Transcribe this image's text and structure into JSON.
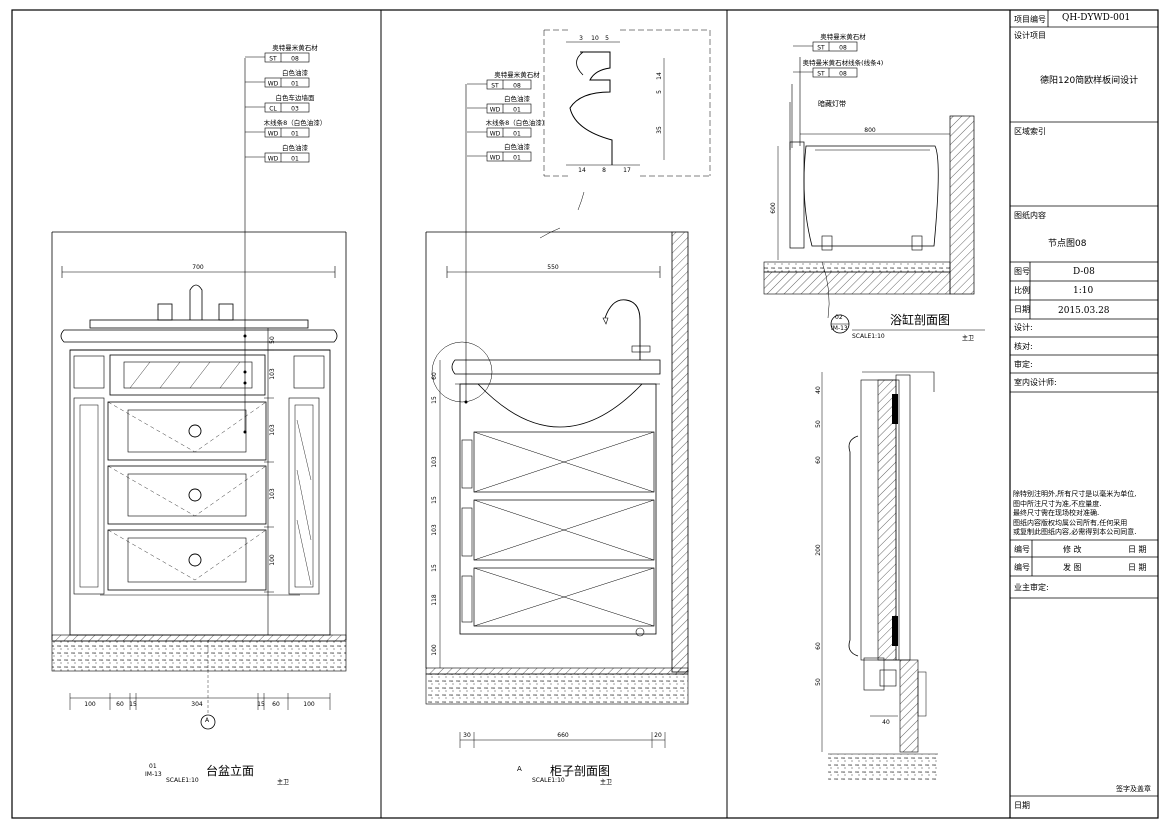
{
  "views": {
    "vanity": {
      "title": "台盆立面",
      "tag_num": "01",
      "tag_ref": "IM-13",
      "scale": "SCALE1:10",
      "room": "主卫"
    },
    "cabinet": {
      "title": "柜子剖面图",
      "tag_num": "A",
      "scale": "SCALE1:10",
      "room": "主卫"
    },
    "bathtub": {
      "title": "浴缸剖面图",
      "tag_num": "02",
      "tag_ref": "IM-13",
      "scale": "SCALE1:10",
      "room": "主卫"
    }
  },
  "section_marker": "A",
  "vanity_labels": [
    {
      "name": "奥特曼米黄石材",
      "code": "ST",
      "num": "08"
    },
    {
      "name": "白色油漆",
      "code": "WD",
      "num": "01"
    },
    {
      "name": "白色车边墙面",
      "code": "CL",
      "num": "03"
    },
    {
      "name": "木线条8（白色油漆）",
      "code": "WD",
      "num": "01"
    },
    {
      "name": "白色油漆",
      "code": "WD",
      "num": "01"
    }
  ],
  "cabinet_labels": [
    {
      "name": "奥特曼米黄石材",
      "code": "ST",
      "num": "08"
    },
    {
      "name": "白色油漆",
      "code": "WD",
      "num": "01"
    },
    {
      "name": "木线条8（白色油漆）",
      "code": "WD",
      "num": "01"
    },
    {
      "name": "白色油漆",
      "code": "WD",
      "num": "01"
    }
  ],
  "bathtub_labels": [
    {
      "name": "奥特曼米黄石材",
      "code": "ST",
      "num": "08"
    },
    {
      "name": "奥特曼米黄石材线条(线条4)",
      "code": "ST",
      "num": "08"
    }
  ],
  "bathtub_led": "暗藏灯带",
  "dims": {
    "vanity_width": "700",
    "vanity_bottom": [
      "100",
      "60",
      "15",
      "304",
      "15",
      "60",
      "100"
    ],
    "vanity_right": [
      "50",
      "103",
      "103",
      "103",
      "100"
    ],
    "cabinet_top": "550",
    "cabinet_bottom": [
      "30",
      "660",
      "20"
    ],
    "cabinet_left": [
      "60",
      "15",
      "103",
      "15",
      "103",
      "15",
      "118",
      "100"
    ],
    "profile_top": [
      "3",
      "10",
      "5"
    ],
    "profile_bottom": [
      "14",
      "8",
      "17"
    ],
    "profile_right": [
      "14",
      "5",
      "35"
    ],
    "tub_width": "800",
    "tub_height": "600",
    "detail_left": [
      "40",
      "50",
      "60",
      "200",
      "60",
      "50"
    ],
    "detail_small": "40"
  },
  "title_block": {
    "project_no_label": "项目编号",
    "project_no": "QH-DYWD-001",
    "design_project_label": "设计项目",
    "design_project": "德阳120简欧样板间设计",
    "area_index_label": "区域索引",
    "drawing_content_label": "图纸内容",
    "drawing_content": "节点图08",
    "drawing_no_label": "图号",
    "drawing_no": "D-08",
    "scale_label": "比例",
    "scale": "1:10",
    "date_label": "日期",
    "date": "2015.03.28",
    "design_label": "设计:",
    "check_label": "核对:",
    "approve_label": "审定:",
    "designer_label": "室内设计师:",
    "notes": [
      "除特别注明外,所有尺寸是以毫米为单位,",
      "图中所注尺寸为准,不应量度.",
      "最终尺寸需在现场校对准确.",
      "图纸内容版权均属公司所有,任何采用",
      "或复制此图纸内容,必需得到本公司同意."
    ],
    "rev_no_label": "编号",
    "rev_label": "修  改",
    "rev_date_label": "日 期",
    "issue_no_label": "编号",
    "issue_label": "发  图",
    "issue_date_label": "日 期",
    "owner_label": "业主审定:",
    "sign_label": "签字及盖章",
    "bottom_date_label": "日期"
  }
}
